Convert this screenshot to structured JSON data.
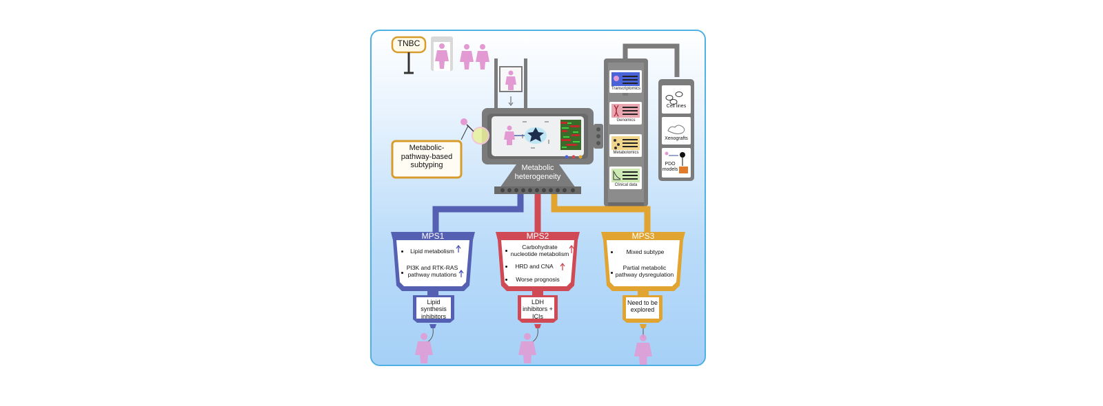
{
  "tnbc_sign": "TNBC",
  "subtyping_label": "Metabolic-pathway-based subtyping",
  "machine_label": "Metabolic heterogeneity",
  "omics": [
    {
      "label": "Transcriptomics",
      "color": "#4b63d8"
    },
    {
      "label": "Genomics",
      "color": "#e37b8d"
    },
    {
      "label": "Metabolomics",
      "color": "#efc46a"
    },
    {
      "label": "Clinical data",
      "color": "#a8d98a"
    }
  ],
  "models": [
    {
      "label": "Cell lines"
    },
    {
      "label": "Xenografts"
    },
    {
      "label": "PDO models"
    }
  ],
  "subtypes": [
    {
      "name": "MPS1",
      "color": "#5560b2",
      "bullets": [
        "Lipid metabolism",
        "PI3K and RTK-RAS pathway mutations"
      ],
      "treatment": "Lipid synthesis inhibitors"
    },
    {
      "name": "MPS2",
      "color": "#cf4a55",
      "bullets": [
        "Carbohydrate nucleotide metabolism",
        "HRD and CNA",
        "Worse prognosis"
      ],
      "treatment": "LDH inhibitors + ICIs"
    },
    {
      "name": "MPS3",
      "color": "#e2a431",
      "bullets": [
        "Mixed subtype",
        "Partial metabolic pathway dysregulation"
      ],
      "treatment": "Need to be explored"
    }
  ],
  "colors": {
    "frame": "#4fb1e3",
    "machine": "#7b7b7b",
    "patient": "#e39ad2"
  }
}
